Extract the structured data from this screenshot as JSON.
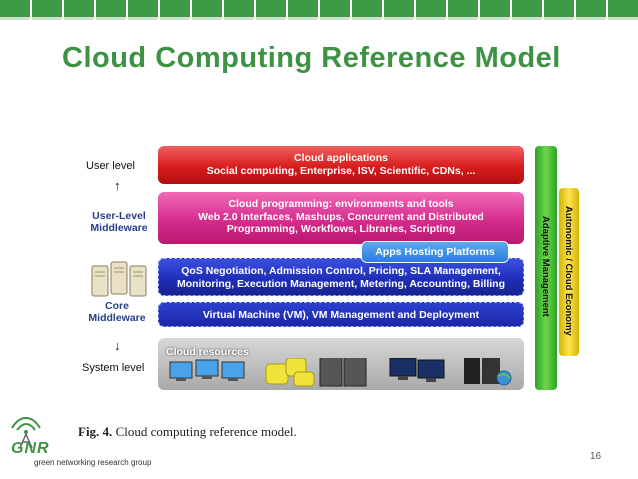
{
  "slide": {
    "title": "Cloud Computing Reference Model",
    "page_number": "16"
  },
  "figure": {
    "left_labels": {
      "user_level": "User level",
      "user_level_middleware": "User-Level\nMiddleware",
      "core_middleware": "Core\nMiddleware",
      "system_level": "System level"
    },
    "layers": {
      "cloud_applications_title": "Cloud applications",
      "cloud_applications_body": "Social computing, Enterprise, ISV, Scientific, CDNs, ...",
      "cloud_programming_title": "Cloud programming: environments and tools",
      "cloud_programming_line1": "Web 2.0 Interfaces, Mashups, Concurrent and Distributed",
      "cloud_programming_line2": "Programming, Workflows, Libraries, Scripting",
      "apps_hosting": "Apps Hosting Platforms",
      "qos_line1": "QoS Negotiation, Admission Control, Pricing, SLA Management,",
      "qos_line2": "Monitoring, Execution Management, Metering, Accounting, Billing",
      "vm_line": "Virtual Machine (VM), VM Management and Deployment",
      "cloud_resources": "Cloud resources"
    },
    "side_bars": {
      "adaptive_management": "Adaptive Management",
      "autonomic_cloud_economy": "Autonomic / Cloud Economy"
    },
    "caption_prefix": "Fig. 4.",
    "caption_text": " Cloud computing reference model."
  },
  "logo": {
    "wordmark": "GNR",
    "tagline": "green networking research group"
  },
  "colors": {
    "title_green": "#3d9244",
    "band_green": "#3f9a45",
    "layer_red": "#d81c1c",
    "layer_magenta": "#d52c8e",
    "layer_blue": "#1f2fb8",
    "apps_blue": "#2b7fd8"
  }
}
